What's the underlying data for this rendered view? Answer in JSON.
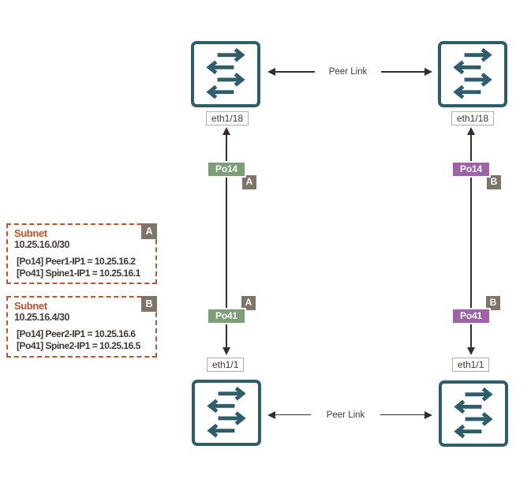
{
  "colors": {
    "switch_teal": "#2e5d6c",
    "line_dark": "#352f2b",
    "po_green": "#7d9e76",
    "po_purple": "#9d62a8",
    "ref_badge_gray": "#7f7567",
    "subnet_border_orange": "#c0522d",
    "subnet_title_orange": "#c0512e",
    "text_dark": "#3b3835",
    "label_border_gray": "#b3aea5"
  },
  "icons": {
    "switch": "switch-traffic-arrows-icon",
    "connector_arrowhead": "arrowhead-icon"
  },
  "peer_links": {
    "top": "Peer Link",
    "bottom": "Peer Link"
  },
  "interfaces": {
    "top_left": "eth1/18",
    "top_right": "eth1/18",
    "bottom_left": "eth1/1",
    "bottom_right": "eth1/1"
  },
  "port_channels": {
    "left_top": "Po14",
    "left_bottom": "Po41",
    "right_top": "Po14",
    "right_bottom": "Po41"
  },
  "ref_badges": {
    "left_top": "A",
    "left_bottom": "A",
    "right_top": "B",
    "right_bottom": "B"
  },
  "subnets": [
    {
      "badge": "A",
      "title": "Subnet",
      "cidr": "10.25.16.0/30",
      "entries": [
        "[Po14] Peer1-IP1 = 10.25.16.2",
        "[Po41] Spine1-IP1 = 10.25.16.1"
      ]
    },
    {
      "badge": "B",
      "title": "Subnet",
      "cidr": "10.25.16.4/30",
      "entries": [
        "[Po14] Peer2-IP1 = 10.25.16.6",
        "[Po41] Spine2-IP1 = 10.25.16.5"
      ]
    }
  ]
}
